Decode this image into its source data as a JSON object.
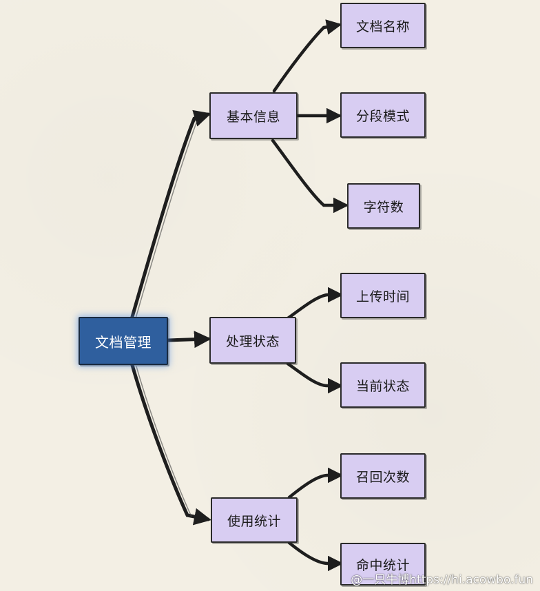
{
  "root": {
    "label": "文档管理"
  },
  "groups": [
    {
      "label": "基本信息",
      "children": [
        "文档名称",
        "分段模式",
        "字符数"
      ]
    },
    {
      "label": "处理状态",
      "children": [
        "上传时间",
        "当前状态"
      ]
    },
    {
      "label": "使用统计",
      "children": [
        "召回次数",
        "命中统计"
      ]
    }
  ],
  "colors": {
    "root_fill": "#2f5f9e",
    "node_fill": "#d8cdf2",
    "stroke": "#2a2a2a",
    "background": "#f3efe4"
  },
  "watermark": "@一只牛博https://hi.acowbo.fun"
}
